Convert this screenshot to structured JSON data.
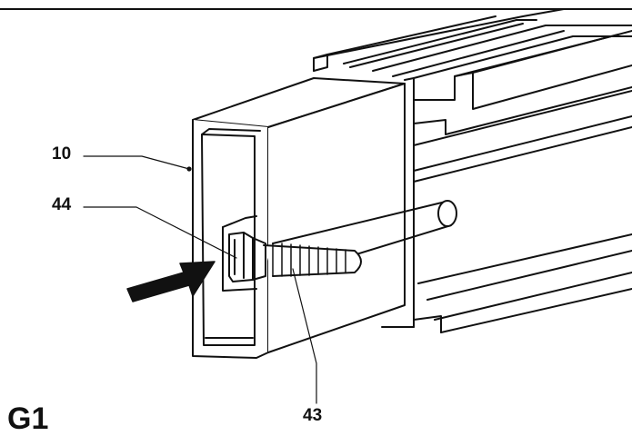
{
  "figure": {
    "label": "G1",
    "callouts": [
      {
        "id": "10",
        "text": "10"
      },
      {
        "id": "44",
        "text": "44"
      },
      {
        "id": "43",
        "text": "43"
      }
    ]
  },
  "colors": {
    "line": "#111111",
    "background": "#ffffff",
    "shade": "#e6e6e6"
  }
}
